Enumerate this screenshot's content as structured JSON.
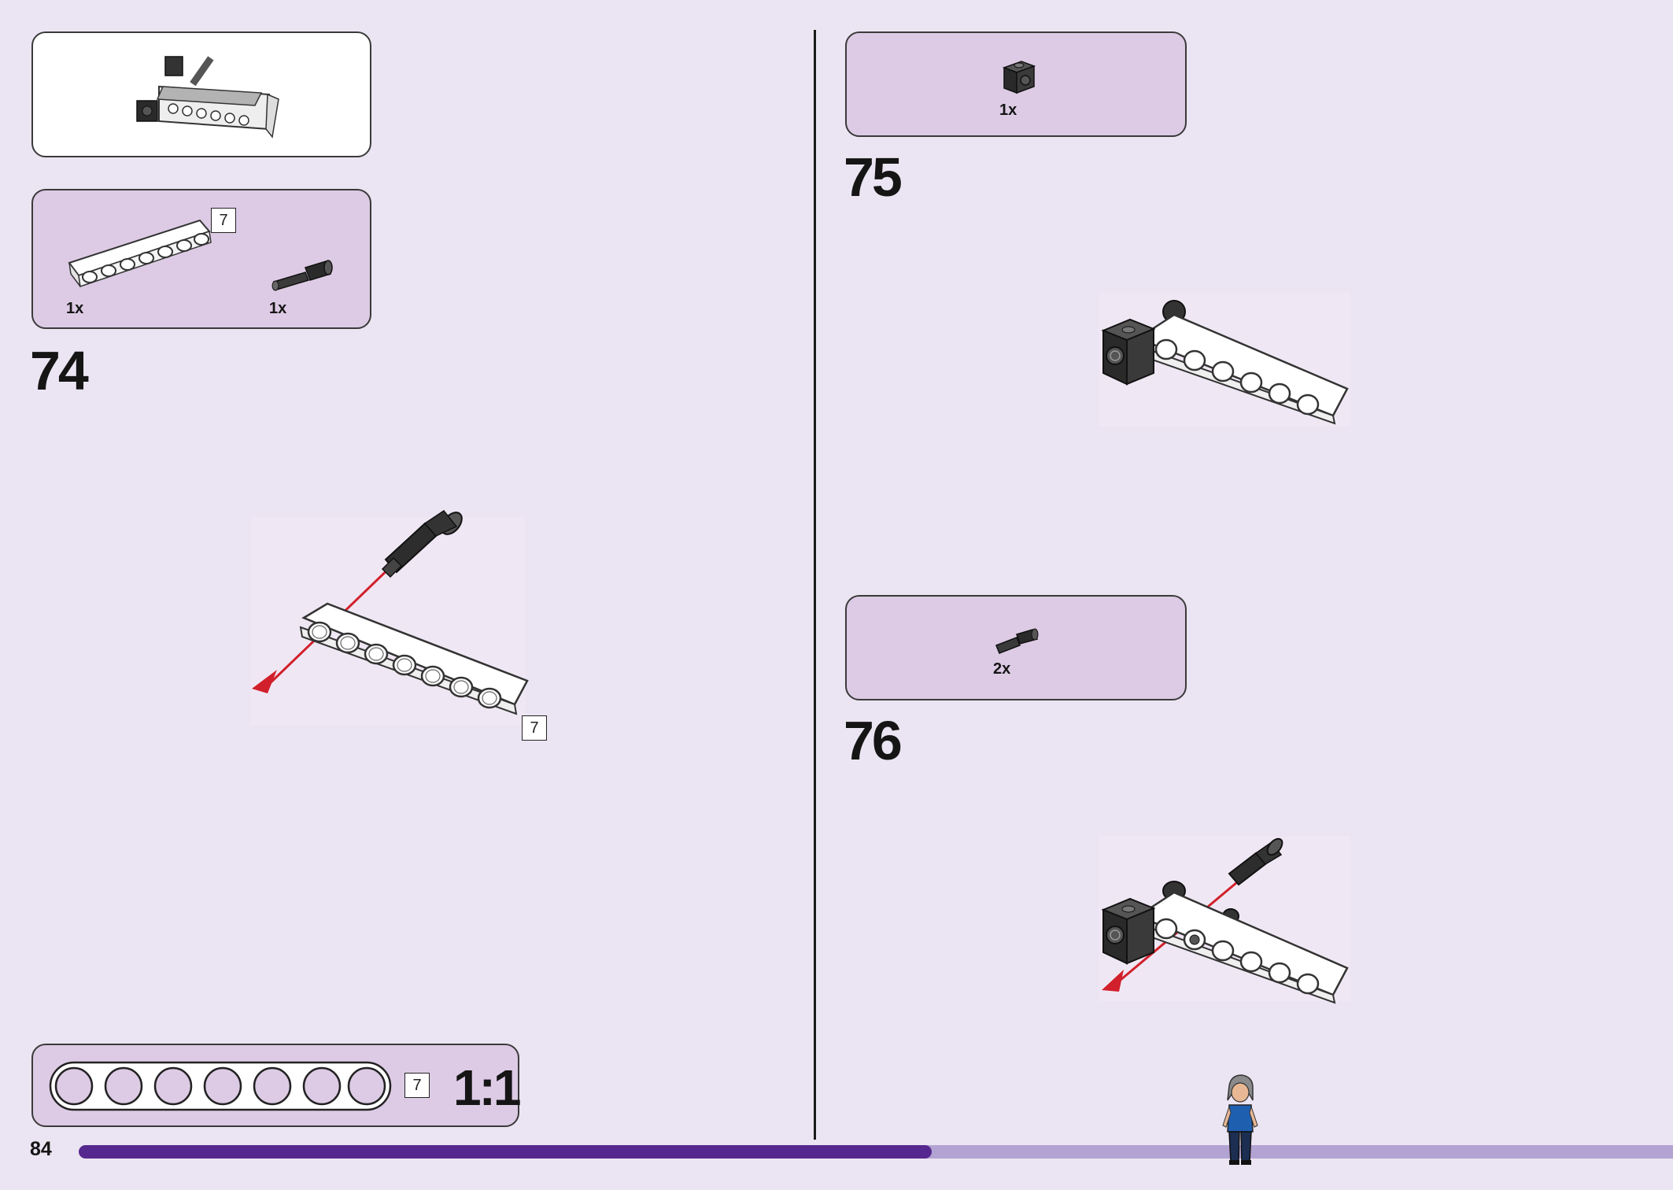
{
  "steps": [
    {
      "number": "74",
      "parts": [
        {
          "qty": "1x",
          "icon": "white-liftarm-7-icon",
          "length": "7"
        },
        {
          "qty": "1x",
          "icon": "black-axle-pin-icon"
        }
      ],
      "length_badge": "7"
    },
    {
      "number": "75",
      "parts": [
        {
          "qty": "1x",
          "icon": "black-technic-brick-icon"
        }
      ]
    },
    {
      "number": "76",
      "parts": [
        {
          "qty": "2x",
          "icon": "black-axle-pin-icon"
        }
      ]
    }
  ],
  "scale_reference": {
    "length": "7",
    "label": "1:1"
  },
  "page": {
    "number": "84"
  },
  "progress": {
    "fraction": 0.535
  },
  "colors": {
    "background": "#ebe4f2",
    "panel_lilac": "#ddcbe5",
    "progress_fill": "#55288f",
    "progress_track": "#b3a3d3",
    "arrow": "#d1202b"
  }
}
